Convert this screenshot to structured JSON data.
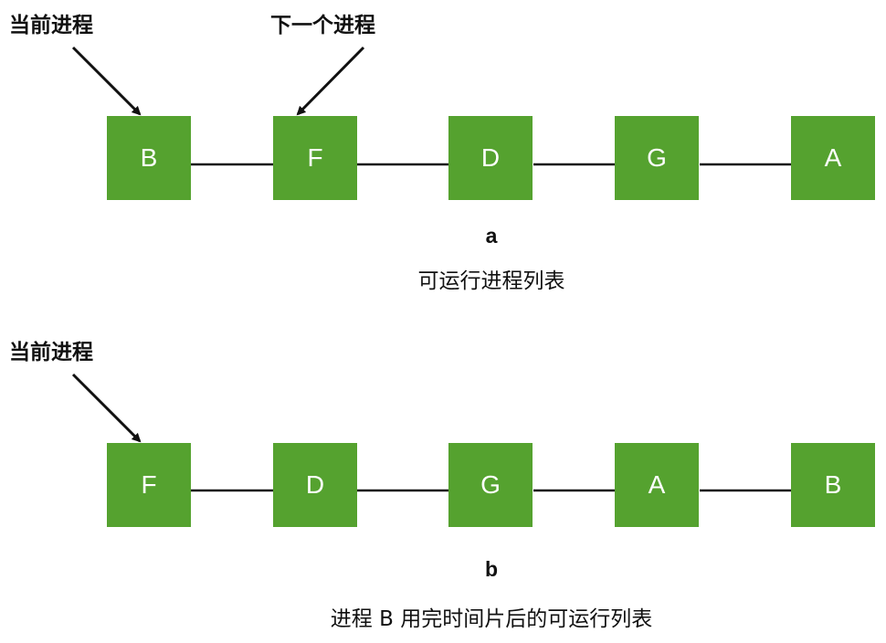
{
  "colors": {
    "node": "#55a22f",
    "node_text": "#ffffff",
    "line": "#111111"
  },
  "diagram_a": {
    "pointer_labels": {
      "current": "当前进程",
      "next": "下一个进程"
    },
    "nodes": [
      "B",
      "F",
      "D",
      "G",
      "A"
    ],
    "letter": "a",
    "caption": "可运行进程列表"
  },
  "diagram_b": {
    "pointer_labels": {
      "current": "当前进程"
    },
    "nodes": [
      "F",
      "D",
      "G",
      "A",
      "B"
    ],
    "letter": "b",
    "caption": "进程 B 用完时间片后的可运行列表"
  }
}
